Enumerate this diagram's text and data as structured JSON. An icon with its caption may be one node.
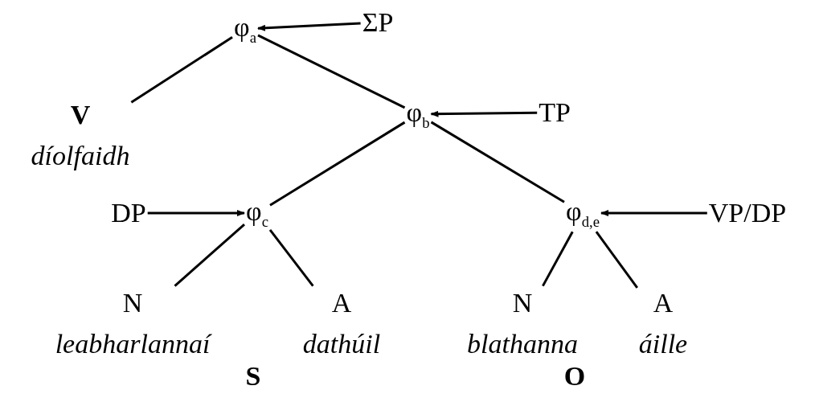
{
  "diagram": {
    "nodes": [
      {
        "text": [
          "φ$_{a}$"
        ]
      },
      {
        "text": [
          "ΣP"
        ]
      },
      {
        "text": [
          "V",
          "díolfaidh"
        ]
      },
      {
        "text": [
          "φ$_{b}$"
        ]
      },
      {
        "text": [
          "TP"
        ]
      },
      {
        "text": [
          "DP"
        ]
      },
      {
        "text": [
          "φ$_{c}$"
        ]
      },
      {
        "text": [
          "φ$_{d,e}$"
        ]
      },
      {
        "text": [
          "VP/DP"
        ]
      },
      {
        "text": [
          "N",
          "leabharlannaí"
        ]
      },
      {
        "text": [
          "A",
          "dathúil"
        ]
      },
      {
        "text": [
          "N",
          "blathanna"
        ]
      },
      {
        "text": [
          "A",
          "áille"
        ]
      }
    ],
    "edges": [
      {
        "from": 1,
        "to": 0,
        "arrow": "to"
      },
      {
        "from": 0,
        "to": 2,
        "arrow": "none"
      },
      {
        "from": 0,
        "to": 3,
        "arrow": "none"
      },
      {
        "from": 4,
        "to": 3,
        "arrow": "to"
      },
      {
        "from": 3,
        "to": 6,
        "arrow": "none"
      },
      {
        "from": 3,
        "to": 7,
        "arrow": "none"
      },
      {
        "from": 5,
        "to": 6,
        "arrow": "to"
      },
      {
        "from": 8,
        "to": 7,
        "arrow": "to"
      },
      {
        "from": 6,
        "to": 9,
        "arrow": "none"
      },
      {
        "from": 6,
        "to": 10,
        "arrow": "none"
      },
      {
        "from": 7,
        "to": 11,
        "arrow": "none"
      },
      {
        "from": 7,
        "to": 12,
        "arrow": "none"
      }
    ],
    "labels": [
      "S",
      "O"
    ]
  }
}
